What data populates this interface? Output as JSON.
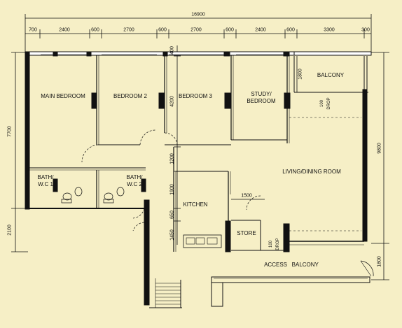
{
  "dimensions": {
    "overall": "16900",
    "top": [
      "700",
      "2400",
      "600",
      "2700",
      "600",
      "2700",
      "600",
      "2400",
      "600",
      "3300",
      "300"
    ],
    "left": [
      "7700",
      "2100"
    ],
    "right": [
      "9800",
      "1800"
    ],
    "inner_vertical": [
      "400",
      "4200",
      "1200",
      "1900",
      "650",
      "1450"
    ],
    "balcony_depth": "1800",
    "store_width": "1500"
  },
  "rooms": {
    "main_bedroom": "MAIN BEDROOM",
    "bedroom_2": "BEDROOM 2",
    "bedroom_3": "BEDROOM 3",
    "study_bedroom": "STUDY/\nBEDROOM",
    "balcony": "BALCONY",
    "bath_wc_1": "BATH/\nW.C 1",
    "bath_wc_2": "BATH/\nW.C 2",
    "living_dining": "LIVING/DINING ROOM",
    "kitchen": "KITCHEN",
    "store": "STORE",
    "access_balcony": "ACCESS   BALCONY"
  },
  "annotations": {
    "drop_100_upper": "100\nDROP",
    "drop_100_lower": "100\nDROP"
  },
  "colors": {
    "background": "#f6efc6",
    "line": "#111111",
    "wall": "#111111"
  }
}
